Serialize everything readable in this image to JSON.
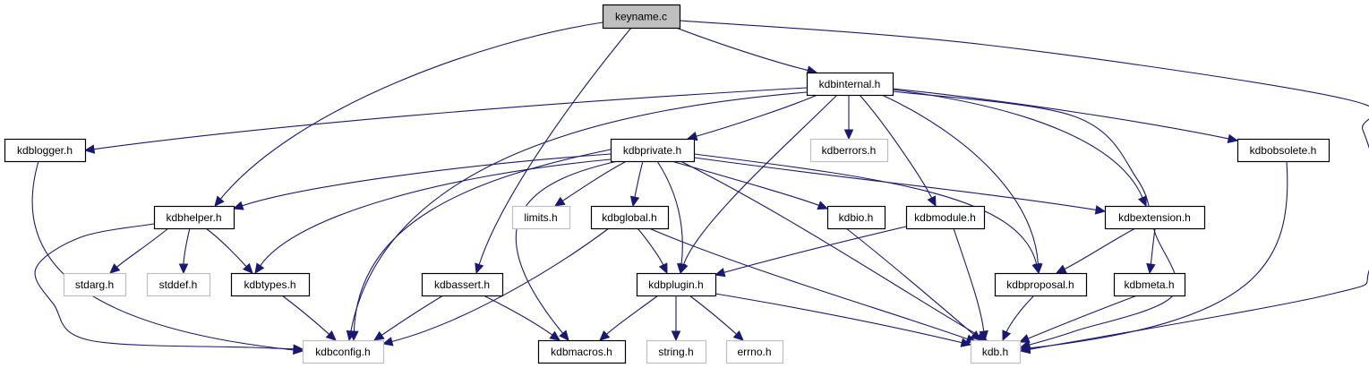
{
  "diagram": {
    "title": "keyname.c include dependency graph",
    "colors": {
      "edge": "#191970",
      "root_fill": "#bfbfbf",
      "documented_border": "#000000",
      "external_border": "#bfbfbf"
    },
    "nodes": [
      {
        "id": "keyname_c",
        "label": "keyname.c",
        "kind": "root"
      },
      {
        "id": "kdbinternal_h",
        "label": "kdbinternal.h",
        "kind": "doc"
      },
      {
        "id": "kdblogger_h",
        "label": "kdblogger.h",
        "kind": "doc"
      },
      {
        "id": "kdbprivate_h",
        "label": "kdbprivate.h",
        "kind": "doc"
      },
      {
        "id": "kdberrors_h",
        "label": "kdberrors.h",
        "kind": "ext"
      },
      {
        "id": "kdbobsolete_h",
        "label": "kdbobsolete.h",
        "kind": "doc"
      },
      {
        "id": "kdbhelper_h",
        "label": "kdbhelper.h",
        "kind": "doc"
      },
      {
        "id": "limits_h",
        "label": "limits.h",
        "kind": "ext"
      },
      {
        "id": "kdbglobal_h",
        "label": "kdbglobal.h",
        "kind": "doc"
      },
      {
        "id": "kdbio_h",
        "label": "kdbio.h",
        "kind": "doc"
      },
      {
        "id": "kdbmodule_h",
        "label": "kdbmodule.h",
        "kind": "doc"
      },
      {
        "id": "kdbextension_h",
        "label": "kdbextension.h",
        "kind": "doc"
      },
      {
        "id": "stdarg_h",
        "label": "stdarg.h",
        "kind": "ext"
      },
      {
        "id": "stddef_h",
        "label": "stddef.h",
        "kind": "ext"
      },
      {
        "id": "kdbtypes_h",
        "label": "kdbtypes.h",
        "kind": "doc"
      },
      {
        "id": "kdbassert_h",
        "label": "kdbassert.h",
        "kind": "doc"
      },
      {
        "id": "kdbplugin_h",
        "label": "kdbplugin.h",
        "kind": "doc"
      },
      {
        "id": "kdbproposal_h",
        "label": "kdbproposal.h",
        "kind": "doc"
      },
      {
        "id": "kdbmeta_h",
        "label": "kdbmeta.h",
        "kind": "doc"
      },
      {
        "id": "kdbconfig_h",
        "label": "kdbconfig.h",
        "kind": "ext"
      },
      {
        "id": "kdbmacros_h",
        "label": "kdbmacros.h",
        "kind": "doc"
      },
      {
        "id": "string_h",
        "label": "string.h",
        "kind": "ext"
      },
      {
        "id": "errno_h",
        "label": "errno.h",
        "kind": "ext"
      },
      {
        "id": "kdb_h",
        "label": "kdb.h",
        "kind": "ext"
      }
    ],
    "edges": [
      {
        "from": "keyname_c",
        "to": "kdbinternal_h"
      },
      {
        "from": "keyname_c",
        "to": "kdbhelper_h"
      },
      {
        "from": "keyname_c",
        "to": "kdbassert_h"
      },
      {
        "from": "keyname_c",
        "to": "kdb_h"
      },
      {
        "from": "kdbinternal_h",
        "to": "kdblogger_h"
      },
      {
        "from": "kdbinternal_h",
        "to": "kdbprivate_h"
      },
      {
        "from": "kdbinternal_h",
        "to": "kdberrors_h"
      },
      {
        "from": "kdbinternal_h",
        "to": "kdbobsolete_h"
      },
      {
        "from": "kdbinternal_h",
        "to": "kdbconfig_h"
      },
      {
        "from": "kdbinternal_h",
        "to": "kdbplugin_h"
      },
      {
        "from": "kdbinternal_h",
        "to": "kdbmodule_h"
      },
      {
        "from": "kdbinternal_h",
        "to": "kdbextension_h"
      },
      {
        "from": "kdbinternal_h",
        "to": "kdbproposal_h"
      },
      {
        "from": "kdbinternal_h",
        "to": "kdb_h"
      },
      {
        "from": "kdblogger_h",
        "to": "kdbconfig_h"
      },
      {
        "from": "kdbprivate_h",
        "to": "kdbhelper_h"
      },
      {
        "from": "kdbprivate_h",
        "to": "kdbtypes_h"
      },
      {
        "from": "kdbprivate_h",
        "to": "kdbconfig_h"
      },
      {
        "from": "kdbprivate_h",
        "to": "kdbmacros_h"
      },
      {
        "from": "kdbprivate_h",
        "to": "limits_h"
      },
      {
        "from": "kdbprivate_h",
        "to": "kdbglobal_h"
      },
      {
        "from": "kdbprivate_h",
        "to": "kdbplugin_h"
      },
      {
        "from": "kdbprivate_h",
        "to": "kdbio_h"
      },
      {
        "from": "kdbprivate_h",
        "to": "kdbextension_h"
      },
      {
        "from": "kdbprivate_h",
        "to": "kdbproposal_h"
      },
      {
        "from": "kdbprivate_h",
        "to": "kdb_h"
      },
      {
        "from": "kdbhelper_h",
        "to": "stdarg_h"
      },
      {
        "from": "kdbhelper_h",
        "to": "stddef_h"
      },
      {
        "from": "kdbhelper_h",
        "to": "kdbtypes_h"
      },
      {
        "from": "kdbhelper_h",
        "to": "kdbconfig_h"
      },
      {
        "from": "kdbtypes_h",
        "to": "kdbconfig_h"
      },
      {
        "from": "kdbglobal_h",
        "to": "kdbplugin_h"
      },
      {
        "from": "kdbglobal_h",
        "to": "kdbconfig_h"
      },
      {
        "from": "kdbglobal_h",
        "to": "kdb_h"
      },
      {
        "from": "kdbio_h",
        "to": "kdb_h"
      },
      {
        "from": "kdbmodule_h",
        "to": "kdbplugin_h"
      },
      {
        "from": "kdbmodule_h",
        "to": "kdb_h"
      },
      {
        "from": "kdbextension_h",
        "to": "kdbproposal_h"
      },
      {
        "from": "kdbextension_h",
        "to": "kdbmeta_h"
      },
      {
        "from": "kdbobsolete_h",
        "to": "kdb_h"
      },
      {
        "from": "kdbassert_h",
        "to": "kdbconfig_h"
      },
      {
        "from": "kdbassert_h",
        "to": "kdbmacros_h"
      },
      {
        "from": "kdbplugin_h",
        "to": "kdbmacros_h"
      },
      {
        "from": "kdbplugin_h",
        "to": "string_h"
      },
      {
        "from": "kdbplugin_h",
        "to": "errno_h"
      },
      {
        "from": "kdbplugin_h",
        "to": "kdb_h"
      },
      {
        "from": "kdbproposal_h",
        "to": "kdb_h"
      },
      {
        "from": "kdbmeta_h",
        "to": "kdb_h"
      }
    ]
  }
}
